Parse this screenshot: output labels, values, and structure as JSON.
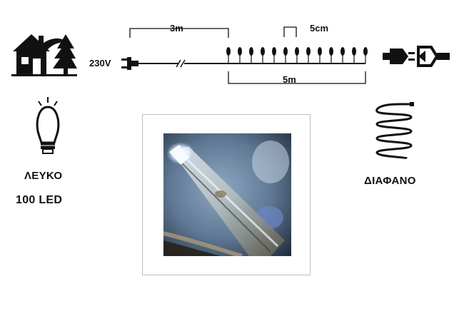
{
  "diagram": {
    "dim_first_section": "3m",
    "dim_spacing": "5cm",
    "dim_lit_length": "5m",
    "voltage": "230V"
  },
  "features": {
    "color_name": "ΛΕΥΚΟ",
    "led_count": "100 LED",
    "cable_type": "ΔΙΑΦΑΝΟ"
  },
  "icons": {
    "usage": "indoor-outdoor-house-tree-icon",
    "connectable": "connectable-plug-icon",
    "bulb": "led-bulb-icon",
    "cable": "coiled-cable-icon"
  },
  "colors": {
    "ink": "#111111",
    "photo_bg": "#5f7894"
  }
}
